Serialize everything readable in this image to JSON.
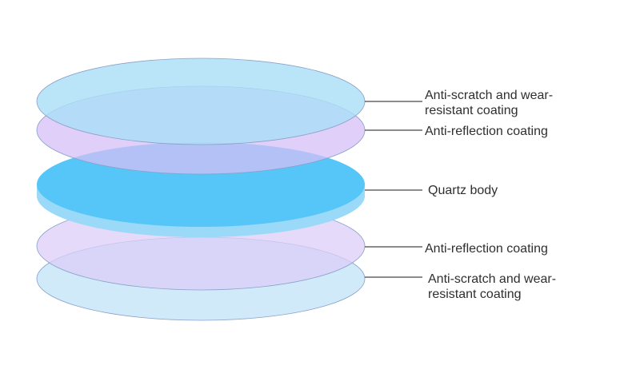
{
  "colors": {
    "line": "#1a1a1a",
    "scratch_top": "#a9def8",
    "reflection_top": "#d4bff7",
    "quartz_top": "#55c6f7",
    "quartz_side": "#9bd9f8",
    "reflection_bottom": "#dccdf7",
    "scratch_bottom": "#cbe8fa",
    "outline": "#8aa0c8"
  },
  "labels": {
    "top_scratch": [
      "Anti-scratch and wear-",
      "resistant coating"
    ],
    "top_reflection": "Anti-reflection coating",
    "quartz": "Quartz body",
    "bottom_reflection": "Anti-reflection coating",
    "bottom_scratch": [
      "Anti-scratch and wear-",
      "resistant coating"
    ]
  }
}
